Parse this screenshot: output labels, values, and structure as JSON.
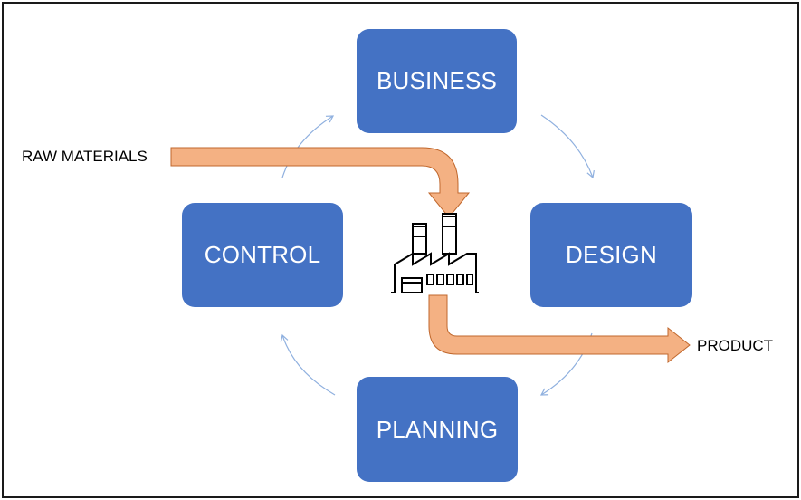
{
  "boxes": {
    "business": "BUSINESS",
    "design": "DESIGN",
    "control": "CONTROL",
    "planning": "PLANNING"
  },
  "flow": {
    "input_label": "RAW MATERIALS",
    "output_label": "PRODUCT"
  },
  "icons": {
    "center": "factory-icon"
  },
  "colors": {
    "box_fill": "#4472c4",
    "box_text": "#ffffff",
    "flow_arrow_fill": "#f4b183",
    "flow_arrow_stroke": "#c0672c",
    "cycle_arrow": "#8fb0df",
    "frame": "#1a1a1a"
  }
}
